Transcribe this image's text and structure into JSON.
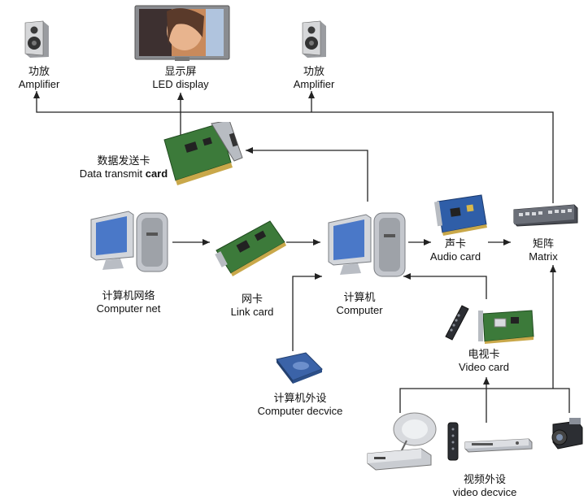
{
  "nodes": {
    "amplifier_left": {
      "zh": "功放",
      "en": "Amplifier"
    },
    "led_display": {
      "zh": "显示屏",
      "en": "LED display"
    },
    "amplifier_right": {
      "zh": "功放",
      "en": "Amplifier"
    },
    "data_card": {
      "zh": "数据发送卡",
      "en_prefix": "Data transmit ",
      "en_bold": "card"
    },
    "computer_net": {
      "zh": "计算机网络",
      "en": "Computer net"
    },
    "link_card": {
      "zh": "网卡",
      "en": "Link card"
    },
    "computer": {
      "zh": "计算机",
      "en": "Computer"
    },
    "audio_card": {
      "zh": "声卡",
      "en": "Audio card"
    },
    "matrix": {
      "zh": "矩阵",
      "en": "Matrix"
    },
    "video_card": {
      "zh": "电视卡",
      "en": "Video card"
    },
    "computer_device": {
      "zh": "计算机外设",
      "en": "Computer decvice"
    },
    "video_device": {
      "zh": "视频外设",
      "en": "video decvice"
    }
  },
  "colors": {
    "line": "#222222",
    "screen_blue": "#4a78c8",
    "case_gray": "#b9bdc4",
    "pcb_green": "#3c7a3a"
  }
}
